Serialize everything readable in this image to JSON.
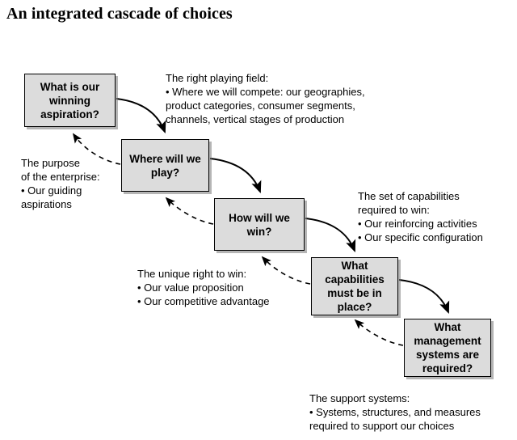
{
  "page": {
    "title": "An integrated cascade of choices",
    "background_color": "#ffffff",
    "box_fill_color": "#dcdcdc",
    "box_border_color": "#000000",
    "text_color": "#000000"
  },
  "nodes": [
    {
      "id": "winning-aspiration",
      "label": "What is our\nwinning\naspiration?"
    },
    {
      "id": "where-to-play",
      "label": "Where will we\nplay?"
    },
    {
      "id": "how-to-win",
      "label": "How will we\nwin?"
    },
    {
      "id": "capabilities",
      "label": "What\ncapabilities\nmust be in\nplace?"
    },
    {
      "id": "management-systems",
      "label": "What\nmanagement\nsystems are\nrequired?"
    }
  ],
  "annotations": [
    {
      "id": "purpose-of-enterprise",
      "text": "The purpose\nof the enterprise:\n• Our guiding\n   aspirations"
    },
    {
      "id": "right-playing-field",
      "text": "The right playing field:\n• Where we will compete: our geographies,\n   product categories, consumer segments,\n   channels, vertical stages of production"
    },
    {
      "id": "unique-right-to-win",
      "text": "The unique right to win:\n• Our value proposition\n• Our competitive advantage"
    },
    {
      "id": "set-of-capabilities",
      "text": "The set of capabilities\nrequired to win:\n• Our reinforcing activities\n• Our specific configuration"
    },
    {
      "id": "support-systems",
      "text": "The support systems:\n• Systems, structures, and measures\n   required to support our choices"
    }
  ],
  "connectors": {
    "forward_style": "solid-curved-arrow",
    "feedback_style": "dashed-curved-arrow",
    "forward": [
      {
        "from": "winning-aspiration",
        "to": "where-to-play"
      },
      {
        "from": "where-to-play",
        "to": "how-to-win"
      },
      {
        "from": "how-to-win",
        "to": "capabilities"
      },
      {
        "from": "capabilities",
        "to": "management-systems"
      }
    ],
    "feedback": [
      {
        "from": "where-to-play",
        "to": "winning-aspiration"
      },
      {
        "from": "how-to-win",
        "to": "where-to-play"
      },
      {
        "from": "capabilities",
        "to": "how-to-win"
      },
      {
        "from": "management-systems",
        "to": "capabilities"
      }
    ]
  }
}
